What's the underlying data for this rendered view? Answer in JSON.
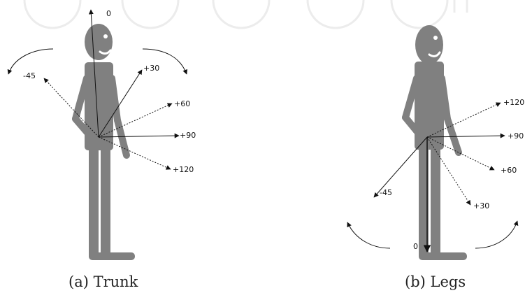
{
  "panels": [
    {
      "id": "trunk",
      "caption": "(a)  Trunk",
      "angle_labels": [
        "0",
        "-45",
        "+30",
        "+60",
        "+90",
        "+120"
      ]
    },
    {
      "id": "legs",
      "caption": "(b)  Legs",
      "angle_labels": [
        "0",
        "-45",
        "+30",
        "+60",
        "+90",
        "+120"
      ]
    }
  ]
}
